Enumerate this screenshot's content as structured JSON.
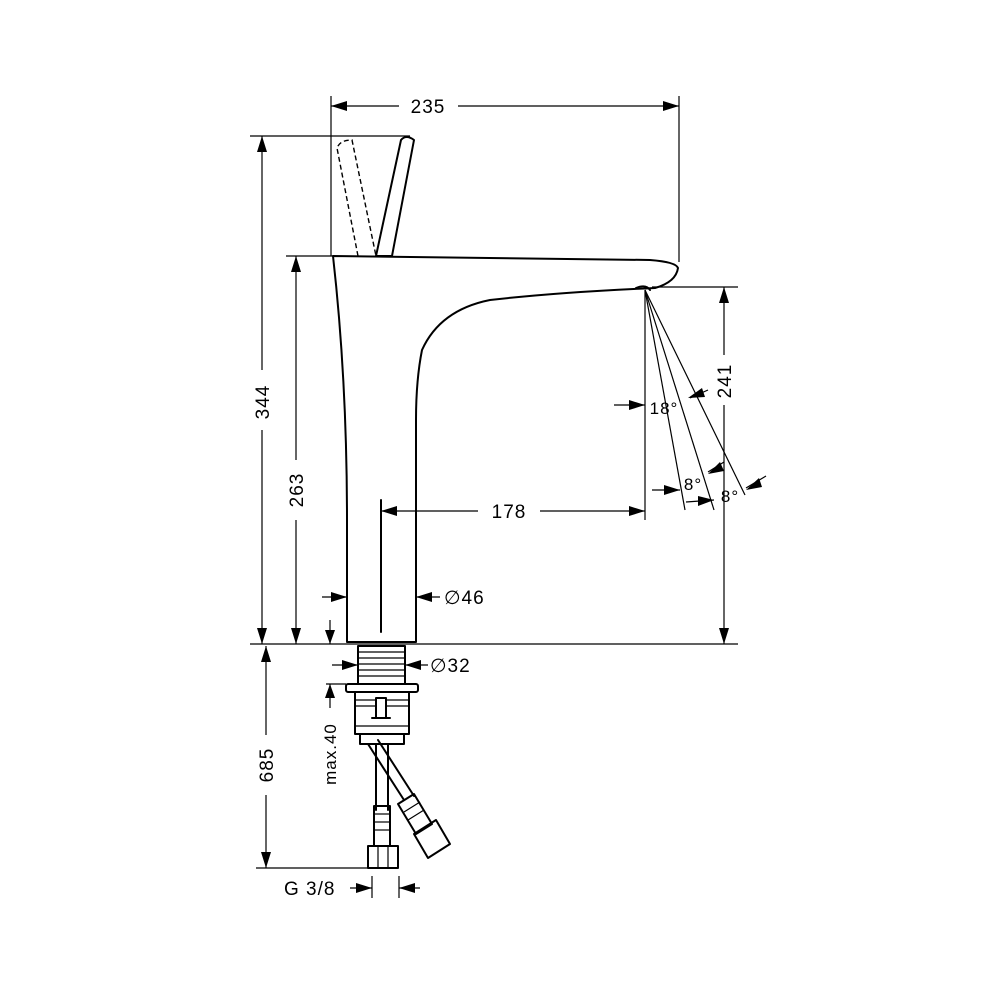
{
  "dimensions": {
    "overall_width": "235",
    "overall_height": "344",
    "spout_height": "263",
    "spout_to_flow": "241",
    "spout_reach": "178",
    "body_diameter": "∅46",
    "shank_diameter": "∅32",
    "hose_length": "685",
    "max_thickness": "max.40",
    "connection": "G 3/8",
    "angle_1": "18°",
    "angle_2": "8°",
    "angle_3": "8°"
  },
  "colors": {
    "line": "#000000",
    "background": "#ffffff"
  }
}
